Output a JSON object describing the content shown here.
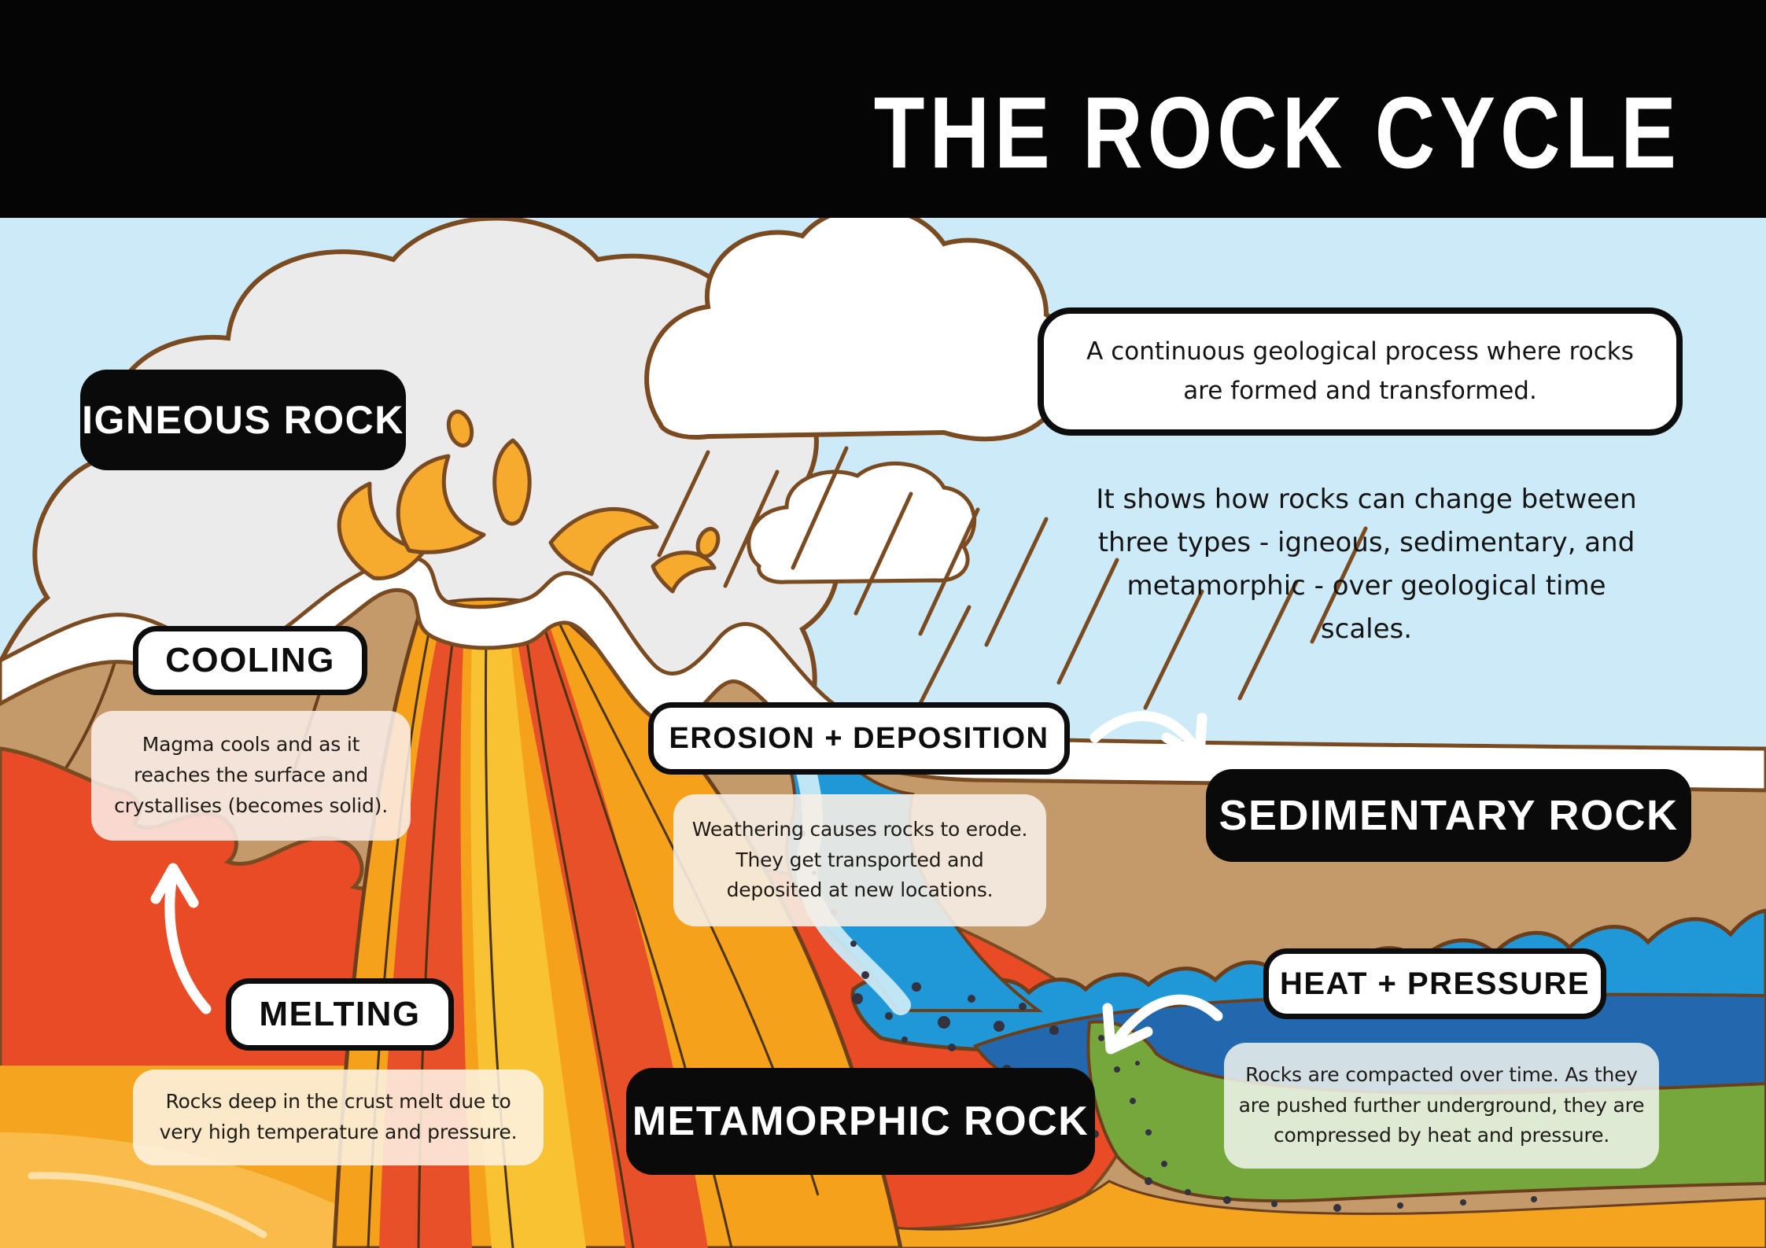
{
  "header": {
    "title": "THE ROCK CYCLE"
  },
  "intro": {
    "definition": "A continuous geological process where rocks are formed and transformed.",
    "detail": "It shows how rocks can change between three types - igneous, sedimentary, and metamorphic - over geological time scales."
  },
  "rock_labels": {
    "igneous": "IGNEOUS ROCK",
    "sedimentary": "SEDIMENTARY ROCK",
    "metamorphic": "METAMORPHIC ROCK"
  },
  "processes": {
    "cooling": {
      "title": "COOLING",
      "description": "Magma cools and as it reaches the surface and crystallises (becomes solid)."
    },
    "erosion": {
      "title": "EROSION + DEPOSITION",
      "description": "Weathering causes rocks to erode. They get transported and deposited at new locations."
    },
    "heat_pressure": {
      "title": "HEAT + PRESSURE",
      "description": "Rocks are compacted over time. As they are pushed further underground, they are compressed by heat and pressure."
    },
    "melting": {
      "title": "MELTING",
      "description": "Rocks deep in the crust melt due to very high temperature and pressure."
    }
  },
  "icons": {
    "arrow_melting_to_cooling": "curved-arrow-up",
    "arrow_erosion_to_sedimentary": "curved-arrow-down-right",
    "arrow_pressure_to_metamorphic": "curved-arrow-down-left"
  },
  "colors": {
    "header_bg": "#050505",
    "sky": "#cdeaf9",
    "ash_cloud": "#ebebeb",
    "outline_brown": "#7a4a21",
    "sand": "#c49a6b",
    "magma_red": "#e84b26",
    "lava_orange": "#f5a11c",
    "lava_yellow": "#f9c232",
    "water_blue": "#2098d8",
    "deep_blue": "#2268ae",
    "green_layer": "#76a73c",
    "label_black": "#0a0a0a",
    "label_white": "#ffffff"
  }
}
